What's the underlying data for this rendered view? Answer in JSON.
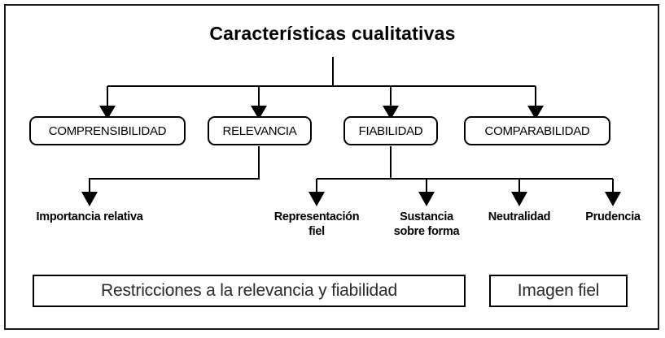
{
  "diagram": {
    "title": "Características cualitativas",
    "frame_color": "#1a1a1a",
    "line_color": "#000000",
    "background": "#ffffff"
  },
  "nodes": [
    {
      "id": "comprensibilidad",
      "label": "COMPRENSIBILIDAD"
    },
    {
      "id": "relevancia",
      "label": "RELEVANCIA"
    },
    {
      "id": "fiabilidad",
      "label": "FIABILIDAD"
    },
    {
      "id": "comparabilidad",
      "label": "COMPARABILIDAD"
    }
  ],
  "leaves": [
    {
      "id": "importancia-relativa",
      "label": "Importancia relativa",
      "parent": "relevancia"
    },
    {
      "id": "representacion-fiel",
      "label": "Representación\nfiel",
      "parent": "fiabilidad"
    },
    {
      "id": "sustancia-sobre-forma",
      "label": "Sustancia\nsobre forma",
      "parent": "fiabilidad"
    },
    {
      "id": "neutralidad",
      "label": "Neutralidad",
      "parent": "fiabilidad"
    },
    {
      "id": "prudencia",
      "label": "Prudencia",
      "parent": "fiabilidad"
    }
  ],
  "footer": [
    {
      "id": "restricciones",
      "label": "Restricciones a la relevancia y fiabilidad"
    },
    {
      "id": "imagen-fiel",
      "label": "Imagen fiel"
    }
  ]
}
